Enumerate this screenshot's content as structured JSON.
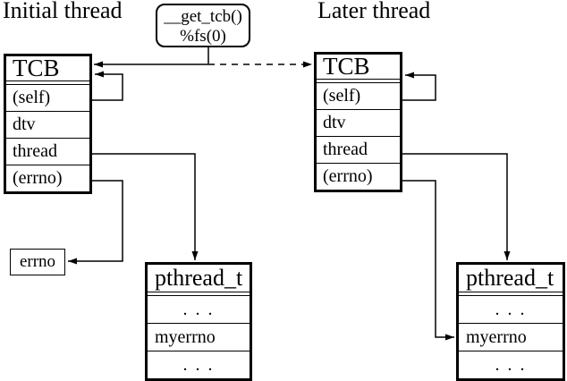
{
  "labels": {
    "initial_thread": "Initial thread",
    "later_thread": "Later thread"
  },
  "get_tcb_box": {
    "line1": "__get_tcb()",
    "line2": "%fs(0)"
  },
  "tcb_initial": {
    "header": "TCB",
    "rows": [
      "(self)",
      "dtv",
      "thread",
      "(errno)"
    ]
  },
  "tcb_later": {
    "header": "TCB",
    "rows": [
      "(self)",
      "dtv",
      "thread",
      "(errno)"
    ]
  },
  "errno_box": {
    "label": "errno"
  },
  "pthread_initial": {
    "header": "pthread_t",
    "rows": [
      ". . .",
      "myerrno",
      ". . ."
    ]
  },
  "pthread_later": {
    "header": "pthread_t",
    "rows": [
      ". . .",
      "myerrno",
      ". . ."
    ]
  },
  "colors": {
    "line": "#000000",
    "background": "#ffffff"
  }
}
